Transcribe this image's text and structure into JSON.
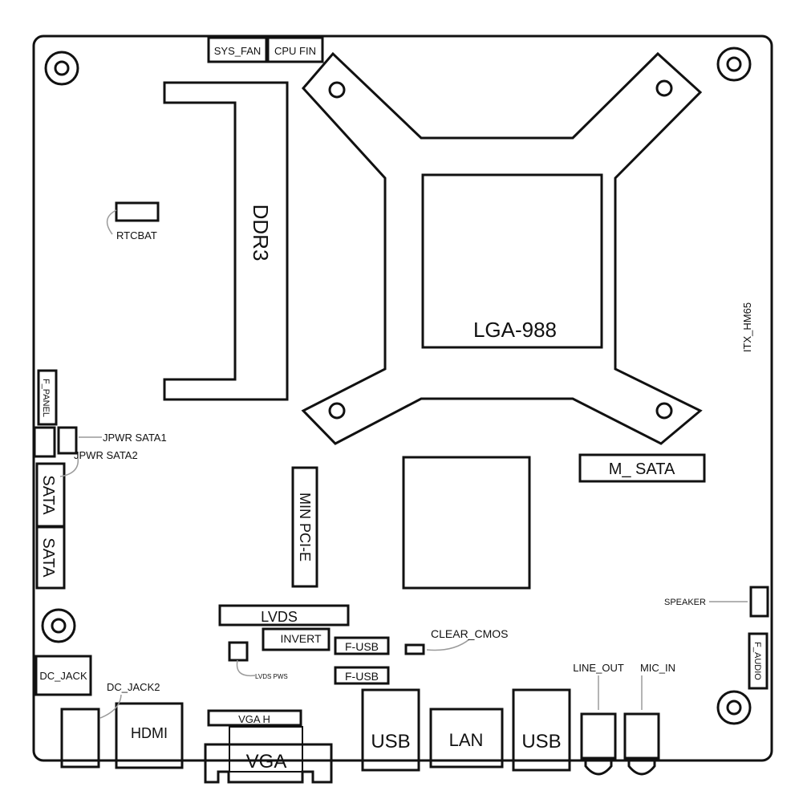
{
  "board": {
    "model": "ITX_HM65",
    "colors": {
      "line": "#111111",
      "background": "#ffffff",
      "leader": "#9a9a9a"
    }
  },
  "labels": {
    "sys_fan": "SYS_FAN",
    "cpu_fin": "CPU FIN",
    "ddr3": "DDR3",
    "rtcbat": "RTCBAT",
    "lga": "LGA-988",
    "f_panel": "F_PANEL",
    "jpwr_sata1": "JPWR SATA1",
    "jpwr_sata2": "JPWR SATA2",
    "sata_1": "SATA",
    "sata_2": "SATA",
    "min_pcie": "MIN PCI-E",
    "m_sata": "M_ SATA",
    "speaker": "SPEAKER",
    "f_audio": "F_AUDIO",
    "lvds": "LVDS",
    "invert": "INVERT",
    "lvds_pws": "LVDS PWS",
    "f_usb_1": "F-USB",
    "f_usb_2": "F-USB",
    "clear_cmos": "CLEAR_CMOS",
    "dc_jack": "DC_JACK",
    "dc_jack2": "DC_JACK2",
    "hdmi": "HDMI",
    "vga_h": "VGA H",
    "vga": "VGA",
    "usb_1": "USB",
    "lan": "LAN",
    "usb_2": "USB",
    "line_out": "LINE_OUT",
    "mic_in": "MIC_IN"
  }
}
